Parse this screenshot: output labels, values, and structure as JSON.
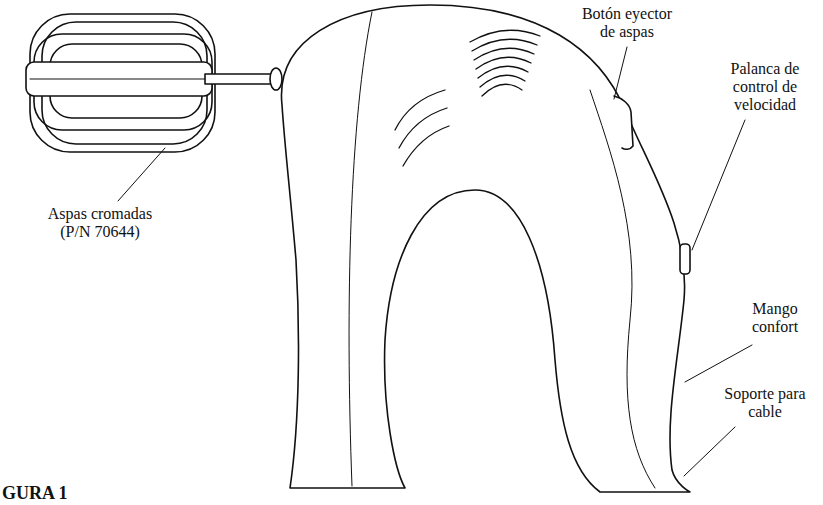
{
  "diagram": {
    "labels": [
      "Aspas cromadas (P/N 70644)",
      "Botón eyector de aspas",
      "Palanca de control de velocidad",
      "Mango confort",
      "Soporte para cable",
      "GURA 1"
    ]
  }
}
